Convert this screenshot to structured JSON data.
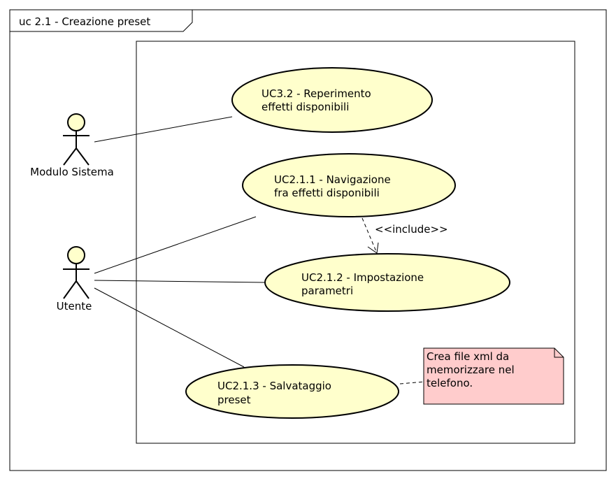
{
  "frame": {
    "title": "uc 2.1 - Creazione preset"
  },
  "actors": {
    "system": {
      "name": "Modulo Sistema"
    },
    "user": {
      "name": "Utente"
    }
  },
  "use_cases": {
    "uc32": {
      "line1": "UC3.2 - Reperimento",
      "line2": "effetti disponibili"
    },
    "uc211": {
      "line1": "UC2.1.1 - Navigazione",
      "line2": "fra effetti disponibili"
    },
    "uc212": {
      "line1": "UC2.1.2 - Impostazione",
      "line2": "parametri"
    },
    "uc213": {
      "line1": "UC2.1.3 - Salvataggio",
      "line2": "preset"
    }
  },
  "relations": {
    "include_label": "<<include>>"
  },
  "note": {
    "line1": "Crea file xml da",
    "line2": "memorizzare nel",
    "line3": "telefono."
  },
  "colors": {
    "usecase_fill": "#FFFFCC",
    "actor_fill": "#FFFFCC",
    "note_fill": "#FFCCCC",
    "stroke": "#000000"
  }
}
